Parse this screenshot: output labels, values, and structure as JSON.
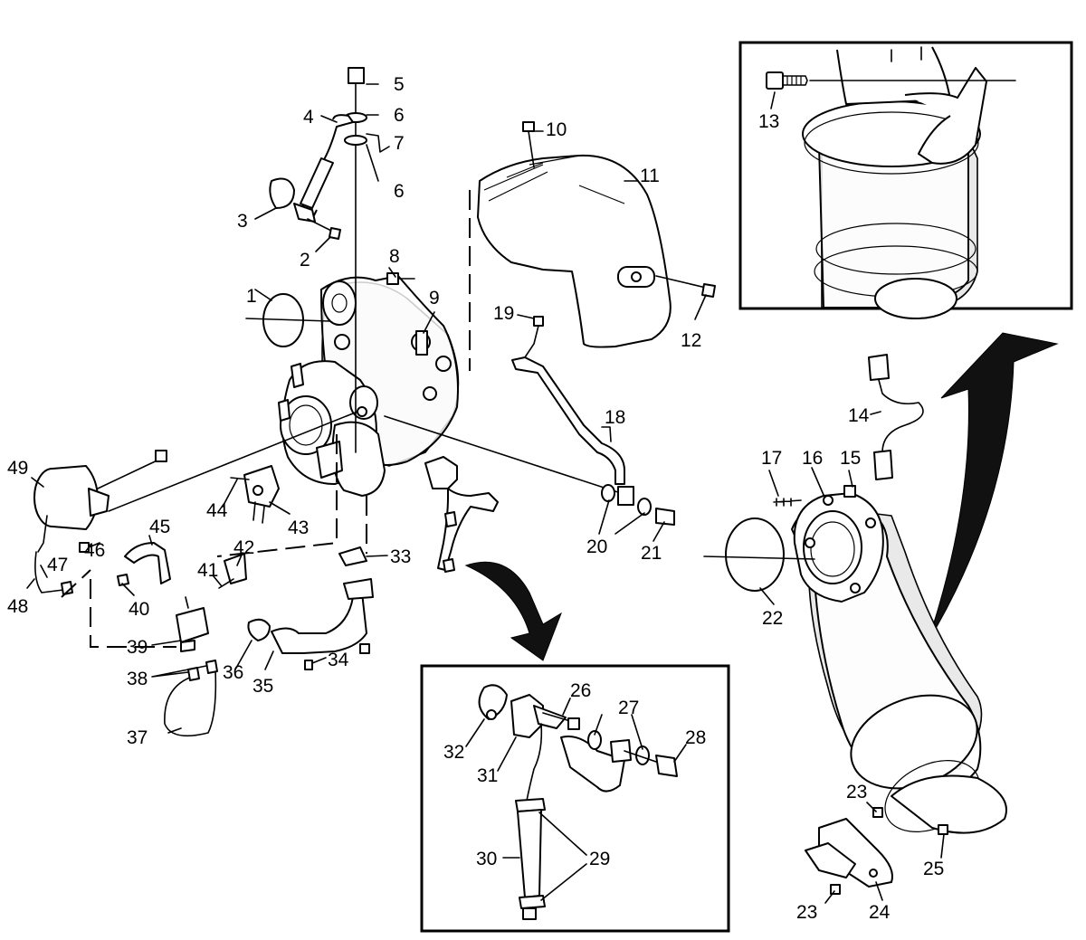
{
  "callouts": {
    "c1": "1",
    "c2": "2",
    "c3": "3",
    "c4": "4",
    "c5": "5",
    "c6a": "6",
    "c6b": "6",
    "c7": "7",
    "c8": "8",
    "c9": "9",
    "c10": "10",
    "c11": "11",
    "c12": "12",
    "c13": "13",
    "c14": "14",
    "c15": "15",
    "c16": "16",
    "c17": "17",
    "c18": "18",
    "c19": "19",
    "c20": "20",
    "c21": "21",
    "c22": "22",
    "c23a": "23",
    "c23b": "23",
    "c24": "24",
    "c25": "25",
    "c26": "26",
    "c27": "27",
    "c28": "28",
    "c29": "29",
    "c30": "30",
    "c31": "31",
    "c32": "32",
    "c33": "33",
    "c34": "34",
    "c35": "35",
    "c36": "36",
    "c37": "37",
    "c38": "38",
    "c39": "39",
    "c40": "40",
    "c41": "41",
    "c42": "42",
    "c43": "43",
    "c44": "44",
    "c45": "45",
    "c46": "46",
    "c47": "47",
    "c48": "48",
    "c49": "49"
  }
}
